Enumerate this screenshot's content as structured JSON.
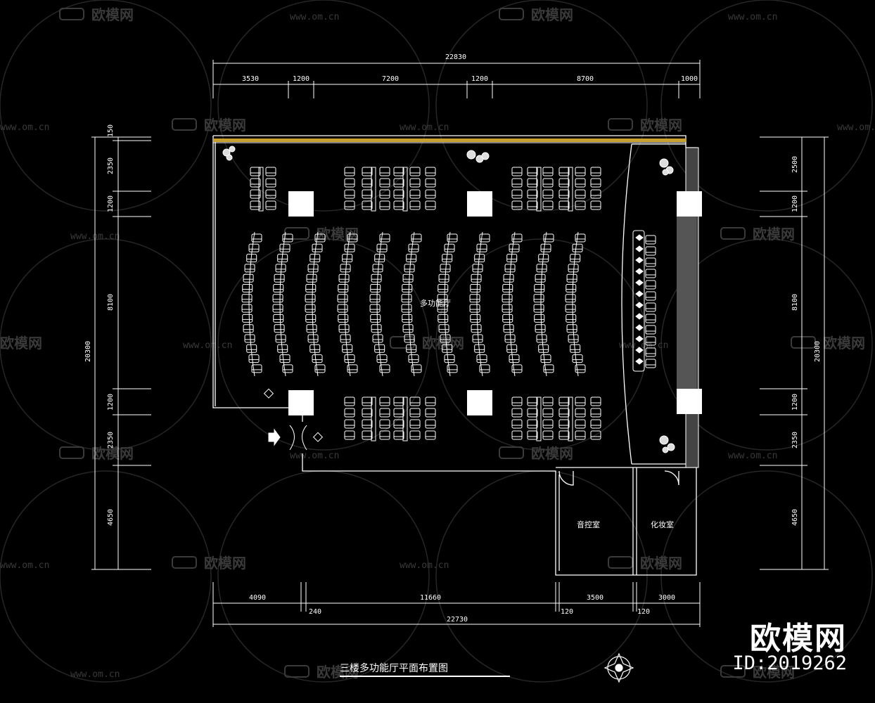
{
  "drawing": {
    "title": "三楼多功能厅平面布置图",
    "rooms": {
      "hall": "多功能厅",
      "control_room": "音控室",
      "dressing_room": "化妆室"
    },
    "top_total": "22830",
    "top_dims": [
      "3530",
      "1200",
      "7200",
      "1200",
      "8700",
      "1000"
    ],
    "bottom_total": "22730",
    "bottom_dims": [
      "4090",
      "11660",
      "3500",
      "3000"
    ],
    "bottom_small_dims": [
      "240",
      "120",
      "120"
    ],
    "left_total": "20300",
    "left_dims": [
      "150",
      "2350",
      "1200",
      "8100",
      "1200",
      "2350",
      "4650"
    ],
    "right_total": "20300",
    "right_dims": [
      "2500",
      "1200",
      "8100",
      "1200",
      "2350",
      "4650"
    ]
  },
  "watermark": {
    "brand": "欧模网",
    "url": "www.om.cn"
  },
  "badge": {
    "brand": "欧模网",
    "id": "ID:2019262"
  },
  "colors": {
    "background": "#000000",
    "line": "#ffffff",
    "watermark": "#3a3a3a",
    "curtain": "#c8a030"
  },
  "icons": [
    "seat-icon",
    "plant-icon",
    "entrance-arrow-icon",
    "compass-icon",
    "sofa-logo-icon"
  ]
}
